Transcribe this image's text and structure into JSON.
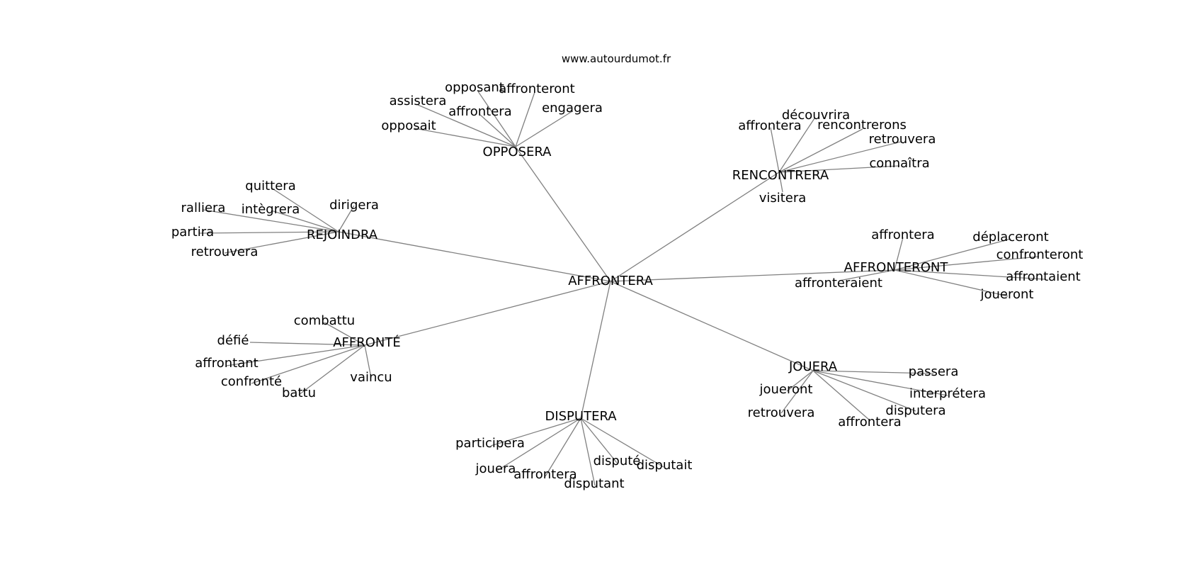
{
  "source": "www.autourdumot.fr",
  "graph": {
    "root": {
      "id": "affrontera-root",
      "label": "AFFRONTERA"
    },
    "clusters": [
      {
        "id": "opposera",
        "label": "OPPOSERA",
        "leaves": [
          {
            "id": "opposera-opposant",
            "label": "opposant"
          },
          {
            "id": "opposera-affronteront",
            "label": "affronteront"
          },
          {
            "id": "opposera-assistera",
            "label": "assistera"
          },
          {
            "id": "opposera-affrontera",
            "label": "affrontera"
          },
          {
            "id": "opposera-engagera",
            "label": "engagera"
          },
          {
            "id": "opposera-opposait",
            "label": "opposait"
          }
        ]
      },
      {
        "id": "rencontrera",
        "label": "RENCONTRERA",
        "leaves": [
          {
            "id": "rencontrera-decouvrira",
            "label": "découvrira"
          },
          {
            "id": "rencontrera-affrontera",
            "label": "affrontera"
          },
          {
            "id": "rencontrera-rencontrerons",
            "label": "rencontrerons"
          },
          {
            "id": "rencontrera-retrouvera",
            "label": "retrouvera"
          },
          {
            "id": "rencontrera-connaitra",
            "label": "connaîtra"
          },
          {
            "id": "rencontrera-visitera",
            "label": "visitera"
          }
        ]
      },
      {
        "id": "rejoindra",
        "label": "REJOINDRA",
        "leaves": [
          {
            "id": "rejoindra-quittera",
            "label": "quittera"
          },
          {
            "id": "rejoindra-ralliera",
            "label": "ralliera"
          },
          {
            "id": "rejoindra-integrera",
            "label": "intègrera"
          },
          {
            "id": "rejoindra-dirigera",
            "label": "dirigera"
          },
          {
            "id": "rejoindra-partira",
            "label": "partira"
          },
          {
            "id": "rejoindra-retrouvera",
            "label": "retrouvera"
          }
        ]
      },
      {
        "id": "affronteront",
        "label": "AFFRONTERONT",
        "leaves": [
          {
            "id": "affronteront-affrontera",
            "label": "affrontera"
          },
          {
            "id": "affronteront-deplaceront",
            "label": "déplaceront"
          },
          {
            "id": "affronteront-confronteront",
            "label": "confronteront"
          },
          {
            "id": "affronteront-affrontaient",
            "label": "affrontaient"
          },
          {
            "id": "affronteront-affronteraient",
            "label": "affronteraient"
          },
          {
            "id": "affronteront-joueront",
            "label": "joueront"
          }
        ]
      },
      {
        "id": "affronte",
        "label": "AFFRONTÉ",
        "leaves": [
          {
            "id": "affronte-combattu",
            "label": "combattu"
          },
          {
            "id": "affronte-defie",
            "label": "défié"
          },
          {
            "id": "affronte-affrontant",
            "label": "affrontant"
          },
          {
            "id": "affronte-confronte",
            "label": "confronté"
          },
          {
            "id": "affronte-vaincu",
            "label": "vaincu"
          },
          {
            "id": "affronte-battu",
            "label": "battu"
          }
        ]
      },
      {
        "id": "jouera",
        "label": "JOUERA",
        "leaves": [
          {
            "id": "jouera-passera",
            "label": "passera"
          },
          {
            "id": "jouera-joueront",
            "label": "joueront"
          },
          {
            "id": "jouera-interpretera",
            "label": "interprétera"
          },
          {
            "id": "jouera-retrouvera",
            "label": "retrouvera"
          },
          {
            "id": "jouera-disputera",
            "label": "disputera"
          },
          {
            "id": "jouera-affrontera",
            "label": "affrontera"
          }
        ]
      },
      {
        "id": "disputera",
        "label": "DISPUTERA",
        "leaves": [
          {
            "id": "disputera-participera",
            "label": "participera"
          },
          {
            "id": "disputera-jouera",
            "label": "jouera"
          },
          {
            "id": "disputera-affrontera",
            "label": "affrontera"
          },
          {
            "id": "disputera-dispute",
            "label": "disputé"
          },
          {
            "id": "disputera-disputait",
            "label": "disputait"
          },
          {
            "id": "disputera-disputant",
            "label": "disputant"
          }
        ]
      }
    ]
  }
}
